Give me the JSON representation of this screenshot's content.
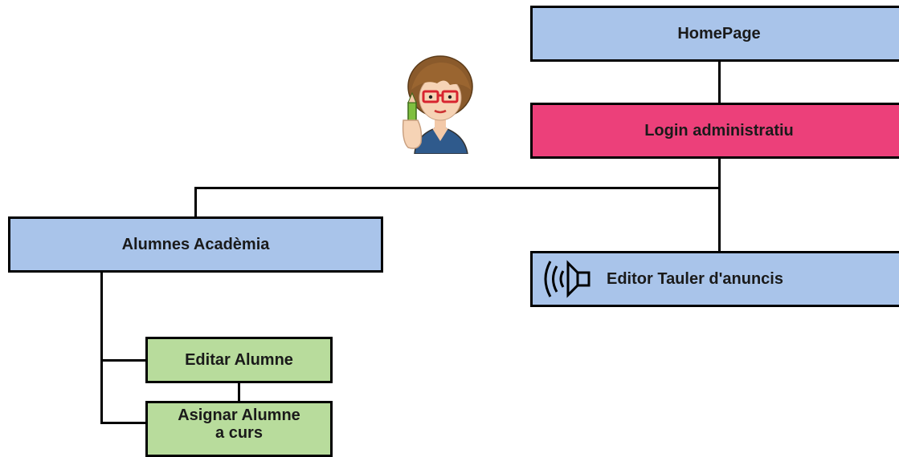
{
  "nodes": {
    "homepage": "HomePage",
    "login": "Login administratiu",
    "alumnes": "Alumnes Acadèmia",
    "editor": "Editor Tauler d'anuncis",
    "editar": "Editar Alumne",
    "asignar_line1": "Asignar Alumne",
    "asignar_line2": "a curs"
  },
  "icons": {
    "avatar": "admin-avatar-with-pencil-icon",
    "speaker": "speaker-announcement-icon"
  },
  "colors": {
    "blue_box": "#a9c4ea",
    "pink_box": "#ec407a",
    "green_box": "#b8dc9c",
    "border": "#000000"
  }
}
